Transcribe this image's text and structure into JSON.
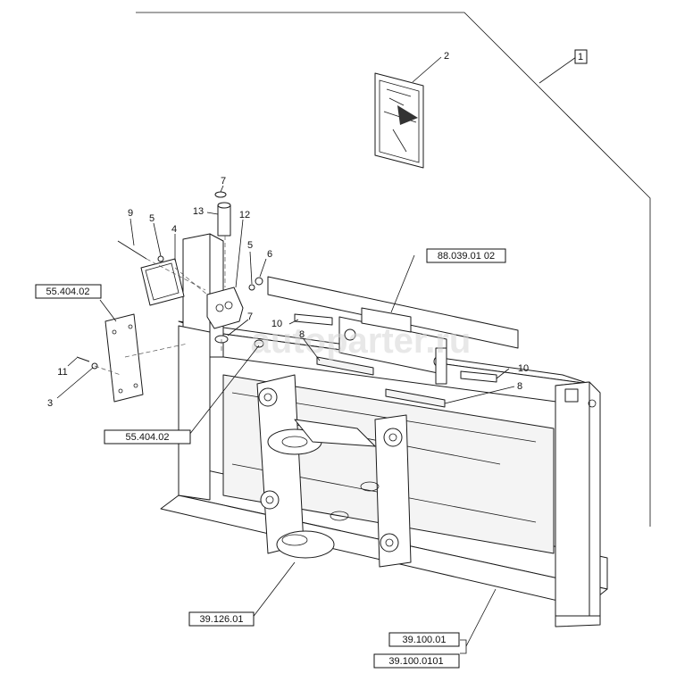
{
  "callouts": {
    "n1": "1",
    "n2": "2",
    "n3": "3",
    "n4": "4",
    "n5a": "5",
    "n5b": "5",
    "n6": "6",
    "n7a": "7",
    "n7b": "7",
    "n8a": "8",
    "n8b": "8",
    "n9": "9",
    "n10a": "10",
    "n10b": "10",
    "n11": "11",
    "n12": "12",
    "n13": "13"
  },
  "references": {
    "ref_88_039": "88.039.01 02",
    "ref_55_404_a": "55.404.02",
    "ref_55_404_b": "55.404.02",
    "ref_39_126": "39.126.01",
    "ref_39_100_a": "39.100.01",
    "ref_39_100_b": "39.100.0101"
  },
  "watermark": "autoparter.ru"
}
